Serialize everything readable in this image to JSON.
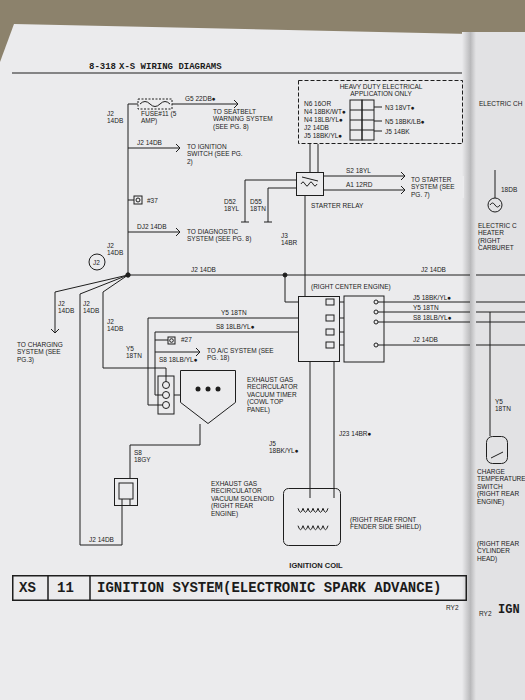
{
  "diagram": {
    "title": "X-S WIRING DIAGRAMS",
    "nodes": [
      {
        "text": [
          "HEAVY DUTY ELECTRICAL APPLICATION ONLY"
        ]
      },
      {
        "text": [
          "STARTER RELAY"
        ]
      },
      {
        "text": [
          "(RIGHT CENTER ENGINE)"
        ]
      },
      {
        "text": [
          "EXHAUST GAS RECIRCULATOR VACUUM TIMER (COWL TOP PANEL)"
        ]
      },
      {
        "text": [
          "EXHAUST GAS RECIRCULATOR VACUUM SOLENOID (RIGHT REAR ENGINE)"
        ]
      },
      {
        "text": [
          "(RIGHT REAR FRONT FENDER SIDE SHIELD)",
          "IGNITION COIL"
        ]
      },
      {
        "text": [
          "CHARGE TEMPERATURE SWITCH (RIGHT REAR ENGINE)"
        ]
      },
      {
        "text": [
          "XS",
          "11",
          "IGNITION SYSTEM(ELECTRONIC SPARK ADVANCE)"
        ]
      }
    ],
    "edges": [
      {
        "from": 1,
        "to": 2,
        "arrow": "none",
        "label": "J3 14BR"
      },
      {
        "from": 2,
        "to": 5,
        "arrow": "none",
        "label": "J5 18BK/YL●"
      },
      {
        "from": 2,
        "to": 5,
        "arrow": "none",
        "label": "J23 14BR●"
      },
      {
        "from": 3,
        "to": 4,
        "arrow": "none",
        "label": "S8 18GY"
      }
    ],
    "labels": [
      "8-318",
      "J2 14DB",
      "FUSE#11 (5 AMP)",
      "G5 22DB●",
      "TO SEATBELT WARNING SYSTEM (SEE PG. 8)",
      "N6 16OR",
      "N4 18BK/WT●",
      "N4 18LB/YL●",
      "J2 14DB",
      "J5 18BK/YL●",
      "N3 18VT●",
      "N5 18BK/LB●",
      "J5 14BK",
      "ELECTRIC CH",
      "J2 14DB",
      "TO IGNITION SWITCH (SEE PG. 2)",
      "18DB",
      "#37",
      "S2 18YL",
      "A1 12RD",
      "TO STARTER SYSTEM (SEE PG. 7)",
      "D52 18YL",
      "D55 18TN",
      "DJ2 14DB",
      "TO DIAGNOSTIC SYSTEM (SEE PG. 8)",
      "ELECTRIC C HEATER (RIGHT CARBURET",
      "J2 14DB",
      "J2",
      "J2 14DB",
      "J2 14DB",
      "J2 14DB",
      "J2 14DB",
      "J5 18BK/YL●",
      "Y5 18TN",
      "Y5 18TN",
      "S8 18LB/YL●",
      "S8 18LB/YL●",
      "J2 14DB",
      "#27",
      "J2 14DB",
      "TO CHARGING SYSTEM (SEE PG.3)",
      "Y5 18TN",
      "S8 18LB/YL●",
      "TO A/C SYSTEM (SEE PG. 18)",
      "Y5 18TN",
      "(RIGHT REAR CYLINDER HEAD)",
      "J2 14DB",
      "RY2",
      "RY2",
      "IGN"
    ]
  }
}
